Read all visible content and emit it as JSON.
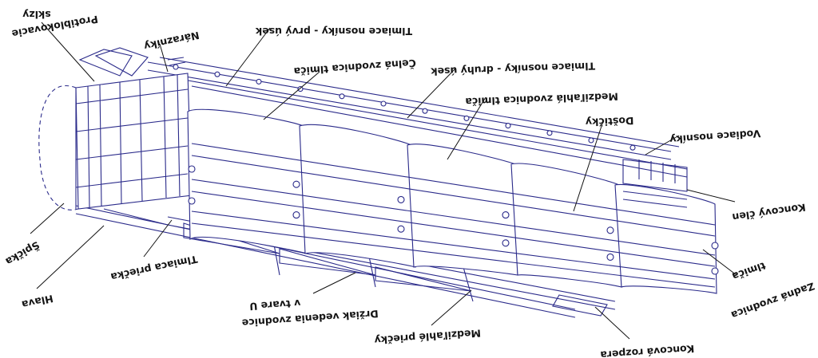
{
  "diagram": {
    "labels": {
      "skluzy": "sklzy",
      "protiblokovacie": "Protiblokovacie",
      "narazniky": "Nárazníky",
      "tlmiace_nosniky_1": "Tlmiace nosníky - prvý úsek",
      "celna_zvodnica": "Čelná zvodnica tlmiča",
      "tlmiace_nosniky_2": "Tlmiace nosníky - druhý úsek",
      "medzilahla_zvodnica": "Medziľahlá zvodnica tlmiča",
      "dosticky": "Doštičky",
      "vodiace_nosniky": "Vodiace nosníky",
      "koncovy_clen": "Koncový člen",
      "tlmica": "tlmiča",
      "zadna_zvodnica": "Zadná zvodnica",
      "spicka": "Špička",
      "hlava": "Hlava",
      "tlmiaca_priecka": "Tlmiaca priečka",
      "v_tvare_u": "v tvare U",
      "drziak": "Držiak vedenia zvodnice",
      "medzilahle_priecky": "Medziľahlé priečky",
      "koncova_rozpera": "Koncová rozpera"
    },
    "line_color": "#2a2a8a",
    "text_color": "#141414"
  }
}
